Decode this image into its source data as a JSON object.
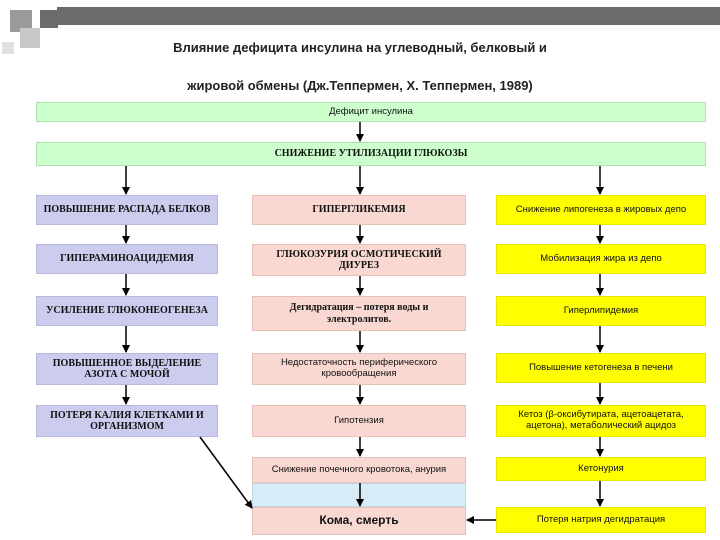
{
  "title": {
    "line1": "Влияние дефицита инсулина на углеводный, белковый и",
    "line2": "жировой обмены (Дж.Теппермен, Х. Теппермен, 1989)"
  },
  "top": {
    "deficit": "Дефицит инсулина",
    "glucose_use": "СНИЖЕНИЕ УТИЛИЗАЦИИ ГЛЮКОЗЫ"
  },
  "left_column": [
    "ПОВЫШЕНИЕ РАСПАДА БЕЛКОВ",
    "ГИПЕРАМИНОАЦИДЕМИЯ",
    "УСИЛЕНИЕ ГЛЮКОНЕОГЕНЕЗА",
    "ПОВЫШЕННОЕ ВЫДЕЛЕНИЕ АЗОТА С МОЧОЙ",
    "ПОТЕРЯ КАЛИЯ КЛЕТКАМИ И ОРГАНИЗМОМ"
  ],
  "middle_column": [
    "ГИПЕРГЛИКЕМИЯ",
    "ГЛЮКОЗУРИЯ ОСМОТИЧЕСКИЙ ДИУРЕЗ",
    "Дегидратация – потеря воды и электролитов.",
    "Недостаточность периферического кровообращения",
    "Гипотензия",
    "Снижение почечного кровотока, анурия"
  ],
  "right_column": [
    "Снижение липогенеза в жировых депо",
    "Мобилизация жира из депо",
    "Гиперлипидемия",
    "Повышение кетогенеза в печени",
    "Кетоз (β-оксибутирата, ацетоацетата, ацетона), метаболический ацидоз",
    "Кетонурия",
    "Потеря натрия дегидратация"
  ],
  "outcome": "Кома, смерть",
  "colors": {
    "green": "#ccffcc",
    "lavender": "#ccccee",
    "pink": "#f8d8d0",
    "yellow": "#ffff00",
    "light_blue": "#d8ecf8",
    "header_bar": "#6b6b6b"
  }
}
